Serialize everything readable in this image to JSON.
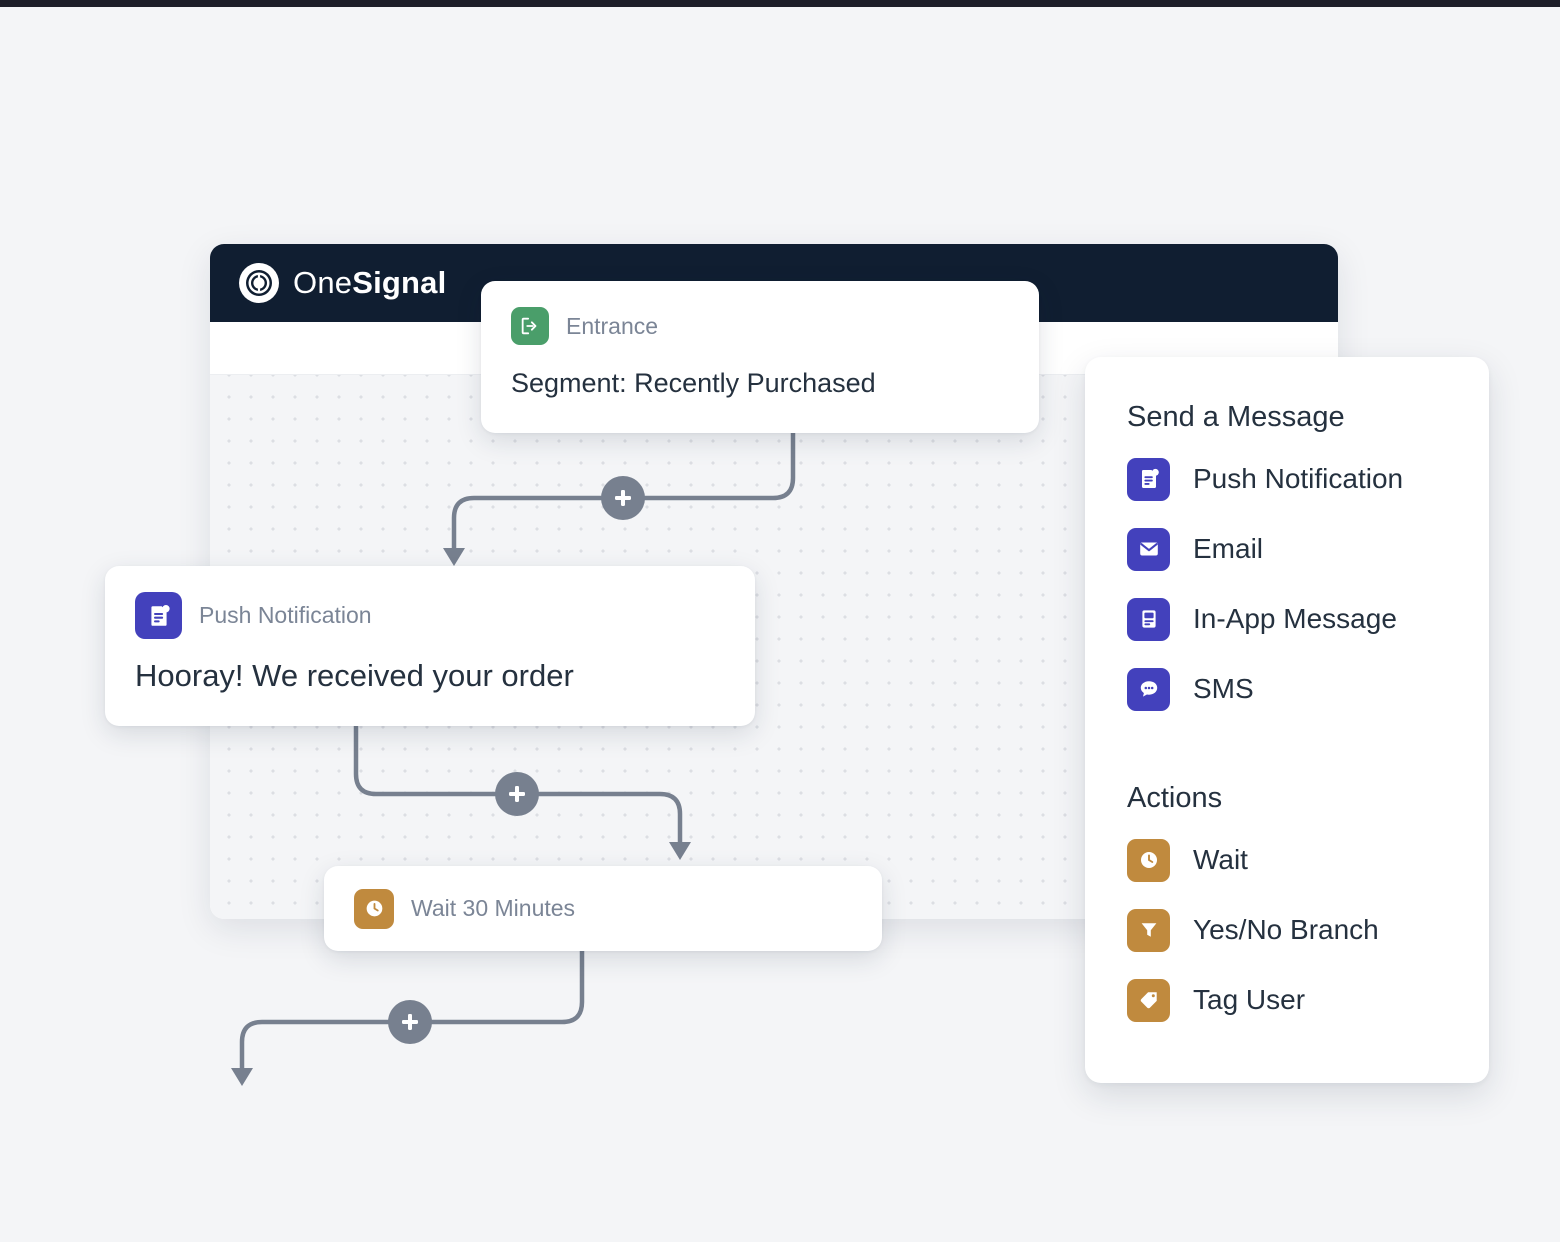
{
  "app": {
    "brand_first": "One",
    "brand_second": "Signal",
    "logo_icon": "onesignal-bell-logo-icon"
  },
  "canvas": {
    "add_button_label": "+",
    "add_buttons": [
      {
        "name": "add-step-after-entrance"
      },
      {
        "name": "add-step-after-push"
      },
      {
        "name": "add-step-after-wait"
      }
    ]
  },
  "flow": {
    "nodes": [
      {
        "id": "entrance",
        "kind": "Entrance",
        "body": "Segment: Recently Purchased",
        "icon": "entrance-door-icon",
        "icon_color": "#4a9e6a"
      },
      {
        "id": "push",
        "kind": "Push Notification",
        "body": "Hooray! We received your order",
        "icon": "push-notification-icon",
        "icon_color": "#4341bc"
      },
      {
        "id": "wait",
        "kind": "Wait 30 Minutes",
        "body": "",
        "icon": "clock-icon",
        "icon_color": "#c08a3e"
      }
    ]
  },
  "palette": {
    "sections": [
      {
        "title": "Send a Message",
        "items": [
          {
            "label": "Push Notification",
            "icon": "push-notification-icon",
            "color": "#4341bc"
          },
          {
            "label": "Email",
            "icon": "envelope-icon",
            "color": "#4341bc"
          },
          {
            "label": "In-App Message",
            "icon": "in-app-message-icon",
            "color": "#4341bc"
          },
          {
            "label": "SMS",
            "icon": "chat-bubble-icon",
            "color": "#4341bc"
          }
        ]
      },
      {
        "title": "Actions",
        "items": [
          {
            "label": "Wait",
            "icon": "clock-icon",
            "color": "#c08a3e"
          },
          {
            "label": "Yes/No Branch",
            "icon": "funnel-icon",
            "color": "#c08a3e"
          },
          {
            "label": "Tag User",
            "icon": "tag-icon",
            "color": "#c08a3e"
          }
        ]
      }
    ]
  },
  "colors": {
    "page_background": "#f4f5f7",
    "titlebar": "#101e31",
    "accent_purple": "#4341bc",
    "accent_bronze": "#c08a3e",
    "accent_green": "#4a9e6a",
    "connector": "#77808f"
  }
}
